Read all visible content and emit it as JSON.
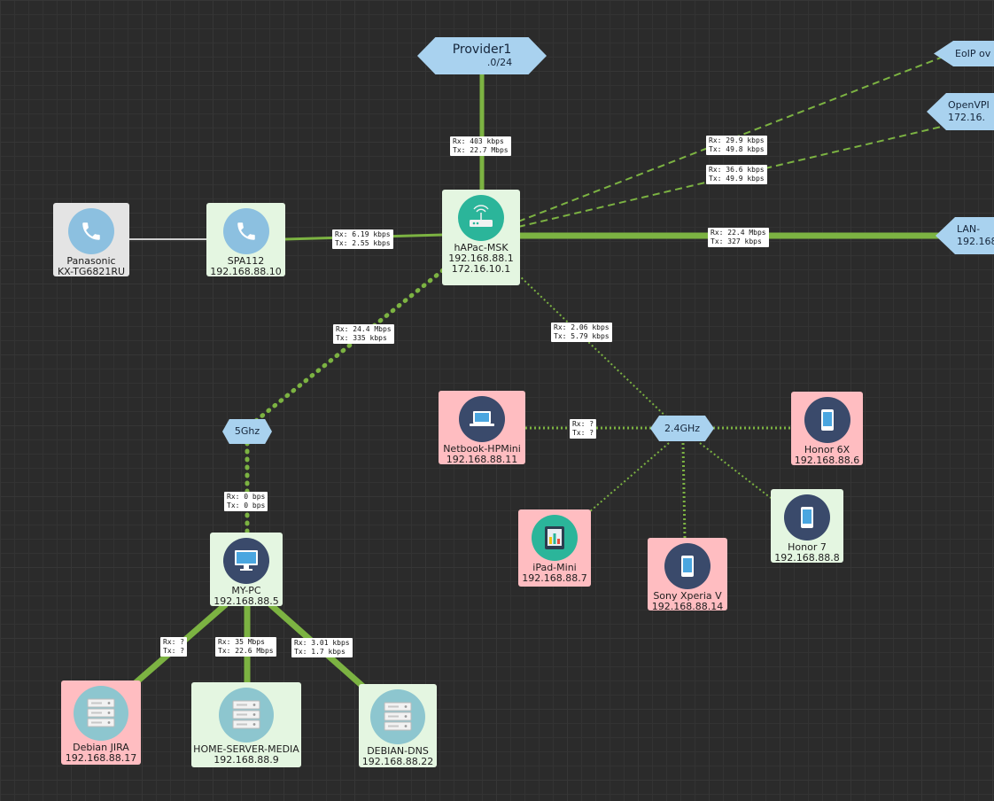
{
  "colors": {
    "link": "#7cb342",
    "phone_link": "#cfcfcf",
    "hex": "#a9d2ef",
    "icon_blue": "#8cc0e0",
    "icon_navy": "#3a4a6b",
    "icon_teal": "#2bb59a",
    "server_icon": "#8dc6cf"
  },
  "providers": {
    "provider1": {
      "name": "Provider1",
      "sub": ".0/24"
    },
    "eoip": {
      "name": "EoIP ov"
    },
    "openvpn": {
      "name": "OpenVPI",
      "sub": "172.16."
    },
    "lan": {
      "name": "LAN-",
      "sub": "192.168"
    }
  },
  "hubs": {
    "ghz5": "5Ghz",
    "ghz24": "2.4GHz"
  },
  "nodes": {
    "panasonic": {
      "name": "Panasonic",
      "ip": "KX-TG6821RU",
      "icon": "phone-icon"
    },
    "spa112": {
      "name": "SPA112",
      "ip": "192.168.88.10",
      "icon": "phone-icon"
    },
    "hapac": {
      "name": "hAPac-MSK",
      "ip": "192.168.88.1",
      "ip2": "172.16.10.1",
      "icon": "router-icon"
    },
    "netbook": {
      "name": "Netbook-HPMini",
      "ip": "192.168.88.11",
      "icon": "laptop-icon"
    },
    "honor6x": {
      "name": "Honor 6X",
      "ip": "192.168.88.6",
      "icon": "smartphone-icon"
    },
    "honor7": {
      "name": "Honor 7",
      "ip": "192.168.88.8",
      "icon": "smartphone-icon"
    },
    "ipad": {
      "name": "iPad-Mini",
      "ip": "192.168.88.7",
      "icon": "tablet-icon"
    },
    "sony": {
      "name": "Sony Xperia V",
      "ip": "192.168.88.14",
      "icon": "smartphone-icon"
    },
    "mypc": {
      "name": "MY-PC",
      "ip": "192.168.88.5",
      "icon": "monitor-icon"
    },
    "jira": {
      "name": "Debian JIRA",
      "ip": "192.168.88.17",
      "icon": "server-icon"
    },
    "media": {
      "name": "HOME-SERVER-MEDIA",
      "ip": "192.168.88.9",
      "icon": "server-icon"
    },
    "dns": {
      "name": "DEBIAN-DNS",
      "ip": "192.168.88.22",
      "icon": "server-icon"
    }
  },
  "links": {
    "provider": {
      "rx": "Rx: 403 kbps",
      "tx": "Tx: 22.7 Mbps"
    },
    "eoip": {
      "rx": "Rx: 29.9 kbps",
      "tx": "Tx: 49.8 kbps"
    },
    "openvpn": {
      "rx": "Rx: 36.6 kbps",
      "tx": "Tx: 49.9 kbps"
    },
    "lan": {
      "rx": "Rx: 22.4 Mbps",
      "tx": "Tx: 327 kbps"
    },
    "spa": {
      "rx": "Rx: 6.19 kbps",
      "tx": "Tx: 2.55 kbps"
    },
    "ghz5": {
      "rx": "Rx: 24.4 Mbps",
      "tx": "Tx: 335 kbps"
    },
    "ghz24": {
      "rx": "Rx: 2.06 kbps",
      "tx": "Tx: 5.79 kbps"
    },
    "netbook": {
      "rx": "Rx: ?",
      "tx": "Tx: ?"
    },
    "mypc": {
      "rx": "Rx: 0 bps",
      "tx": "Tx: 0 bps"
    },
    "jira": {
      "rx": "Rx: ?",
      "tx": "Tx: ?"
    },
    "media": {
      "rx": "Rx: 35 Mbps",
      "tx": "Tx: 22.6 Mbps"
    },
    "dns": {
      "rx": "Rx: 3.01 kbps",
      "tx": "Tx: 1.7 kbps"
    }
  }
}
